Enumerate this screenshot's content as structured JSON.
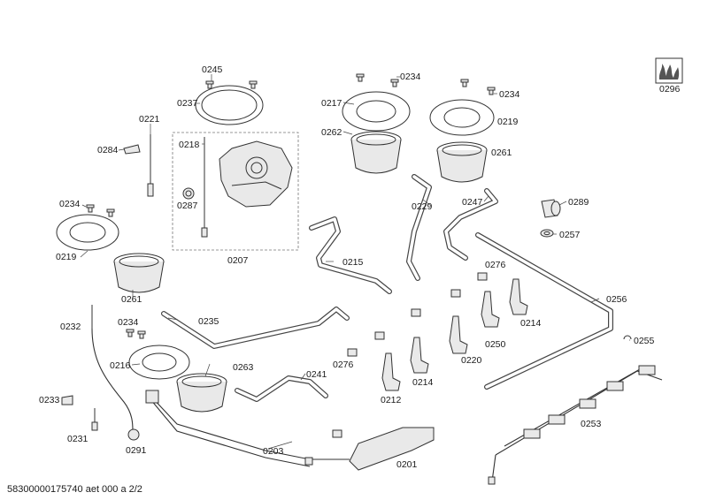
{
  "footer": {
    "document_id": "58300000175740 aet 000 a 2/2"
  },
  "labels": {
    "p0296": "0296",
    "p0245": "0245",
    "p0237": "0237",
    "p0221": "0221",
    "p0284": "0284",
    "p0218": "0218",
    "p0287": "0287",
    "p0207": "0207",
    "p0234a": "0234",
    "p0219a": "0219",
    "p0261a": "0261",
    "p0234b": "0234",
    "p0217": "0217",
    "p0262": "0262",
    "p0234c": "0234",
    "p0219b": "0219",
    "p0261b": "0261",
    "p0229": "0229",
    "p0247": "0247",
    "p0289": "0289",
    "p0257": "0257",
    "p0215": "0215",
    "p0276a": "0276",
    "p0256": "0256",
    "p0232": "0232",
    "p0234d": "0234",
    "p0235": "0235",
    "p0216": "0216",
    "p0263": "0263",
    "p0276b": "0276",
    "p0241": "0241",
    "p0212": "0212",
    "p0214a": "0214",
    "p0220": "0220",
    "p0250": "0250",
    "p0214b": "0214",
    "p0255": "0255",
    "p0233": "0233",
    "p0231": "0231",
    "p0291": "0291",
    "p0203": "0203",
    "p0201": "0201",
    "p0253": "0253"
  },
  "icons": {
    "flame_symbol": "flame-icon"
  }
}
